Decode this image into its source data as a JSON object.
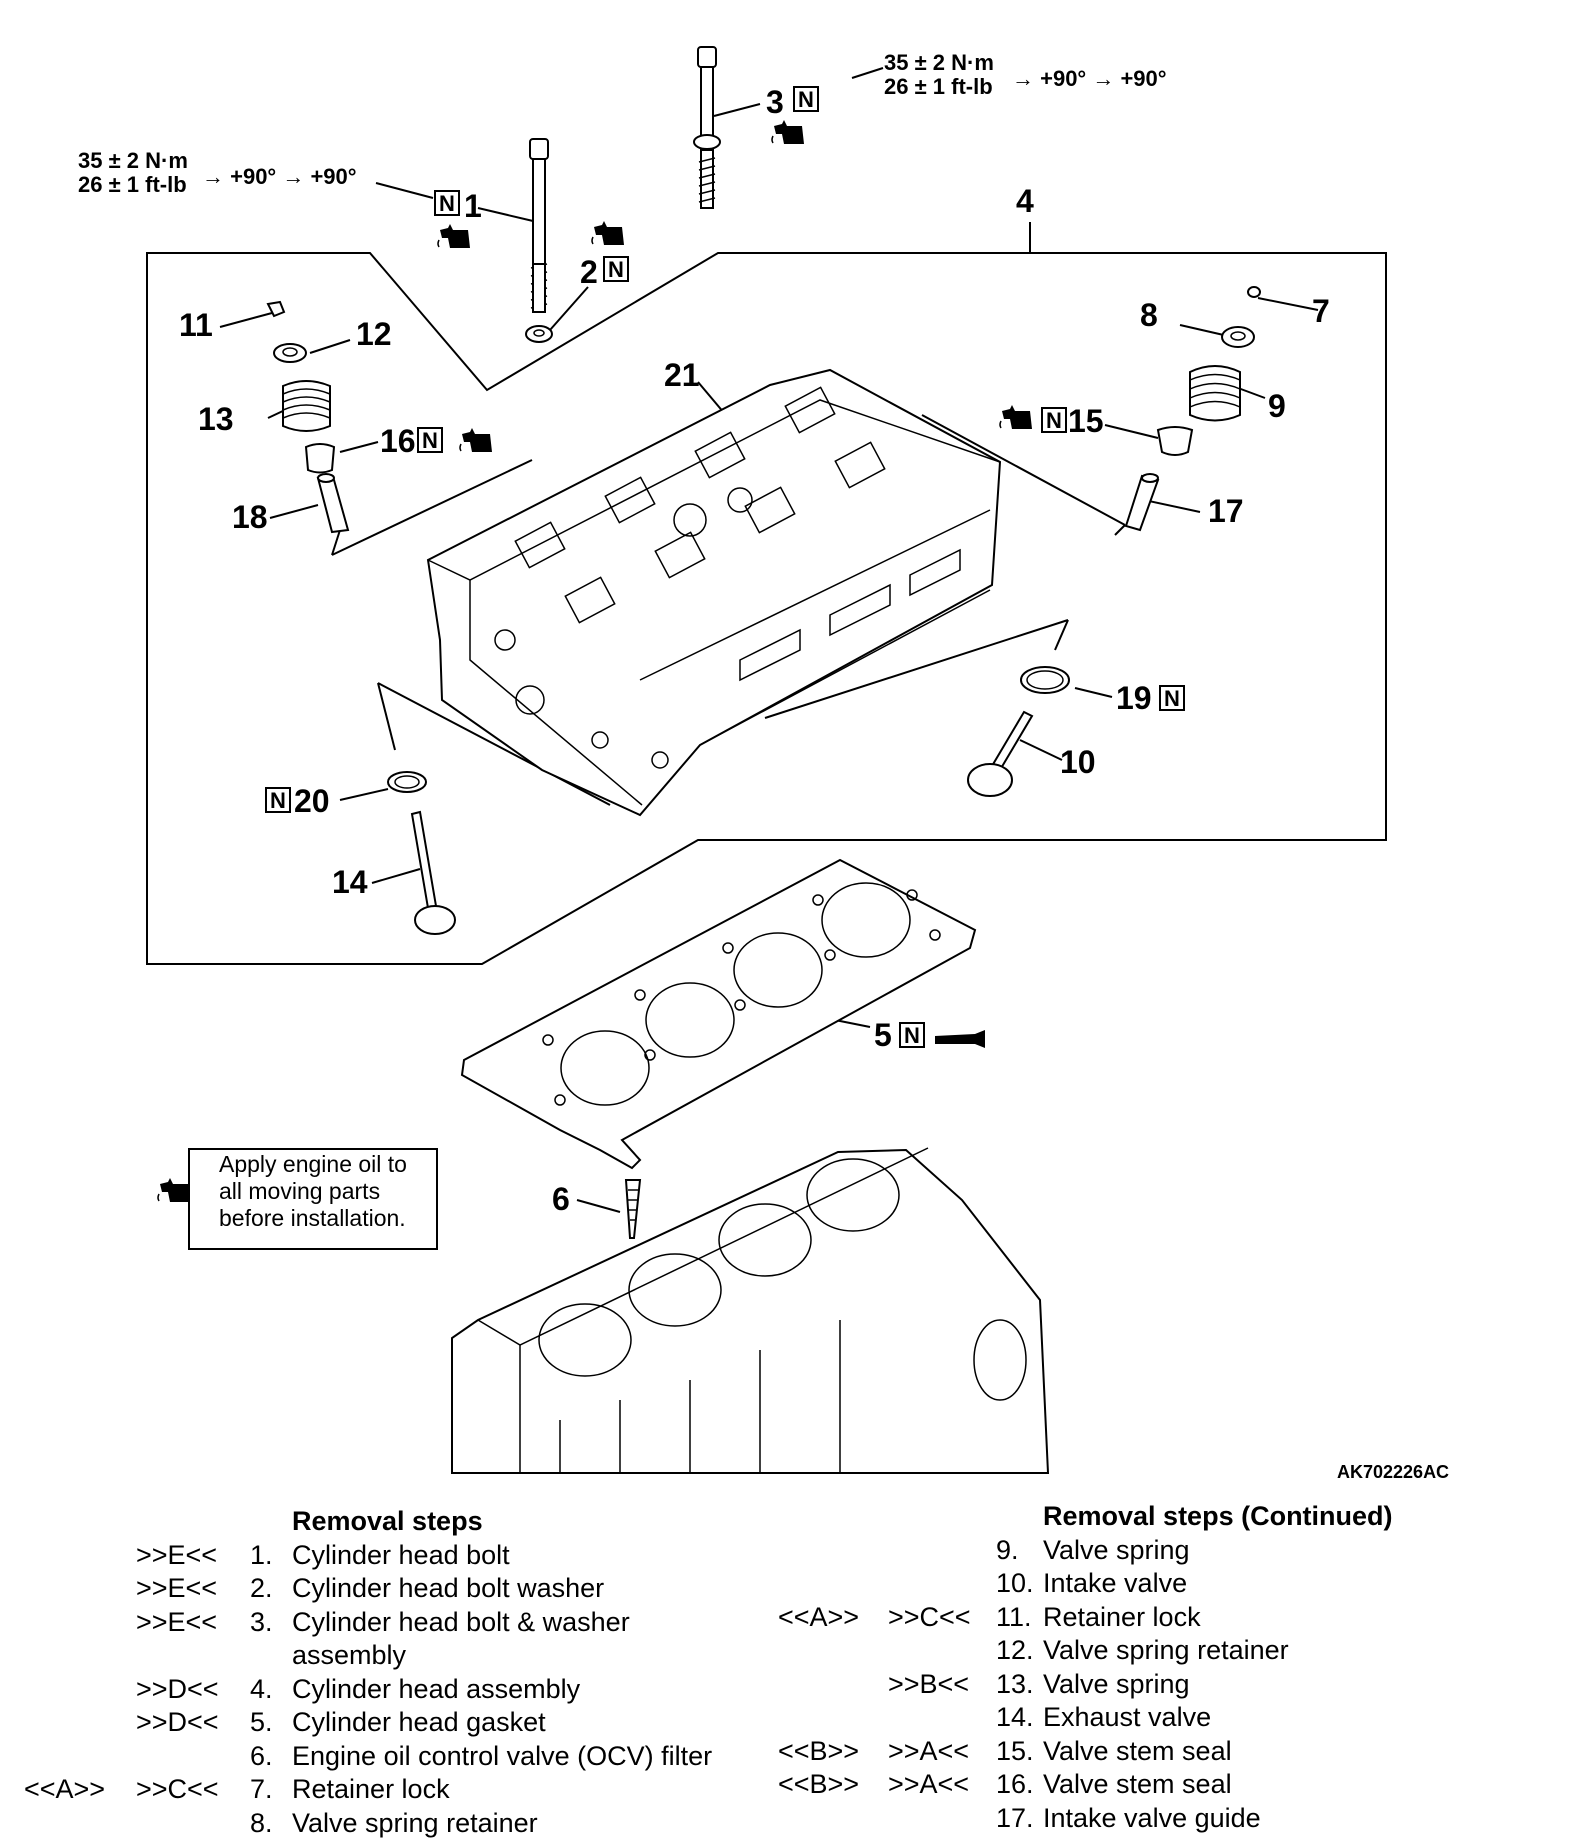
{
  "figure_id": "AK702226AC",
  "torque_spec_1": {
    "line1": "35 ± 2 N·m",
    "line2": "26 ± 1 ft-lb",
    "angle": "→ +90° → +90°"
  },
  "torque_spec_3": {
    "line1": "35 ± 2 N·m",
    "line2": "26 ± 1 ft-lb",
    "angle": "→ +90° → +90°"
  },
  "new_part_mark": "N",
  "callouts": [
    "1",
    "2",
    "3",
    "4",
    "5",
    "6",
    "7",
    "8",
    "9",
    "10",
    "11",
    "12",
    "13",
    "14",
    "15",
    "16",
    "17",
    "18",
    "19",
    "20",
    "21"
  ],
  "note": {
    "line1": "Apply engine oil to",
    "line2": "all moving parts",
    "line3": "before installation.",
    "icon": "oil-can-icon"
  },
  "removal_steps": {
    "title": "Removal steps",
    "items": [
      {
        "inst": "",
        "rem": ">>E<<",
        "num": "1.",
        "label": "Cylinder head bolt"
      },
      {
        "inst": "",
        "rem": ">>E<<",
        "num": "2.",
        "label": "Cylinder head bolt washer"
      },
      {
        "inst": "",
        "rem": ">>E<<",
        "num": "3.",
        "label": "Cylinder head bolt & washer"
      },
      {
        "inst": "",
        "rem": "",
        "num": "",
        "label": "assembly"
      },
      {
        "inst": "",
        "rem": ">>D<<",
        "num": "4.",
        "label": "Cylinder head assembly"
      },
      {
        "inst": "",
        "rem": ">>D<<",
        "num": "5.",
        "label": "Cylinder head gasket"
      },
      {
        "inst": "",
        "rem": "",
        "num": "6.",
        "label": "Engine oil control valve (OCV) filter"
      },
      {
        "inst": "<<A>>",
        "rem": ">>C<<",
        "num": "7.",
        "label": "Retainer lock"
      },
      {
        "inst": "",
        "rem": "",
        "num": "8.",
        "label": "Valve spring retainer"
      }
    ]
  },
  "removal_steps_continued": {
    "title": "Removal steps (Continued)",
    "items": [
      {
        "inst": "",
        "rem": "",
        "num": "9.",
        "label": "Valve spring"
      },
      {
        "inst": "",
        "rem": "",
        "num": "10.",
        "label": "Intake valve"
      },
      {
        "inst": "<<A>>",
        "rem": ">>C<<",
        "num": "11.",
        "label": "Retainer lock"
      },
      {
        "inst": "",
        "rem": "",
        "num": "12.",
        "label": "Valve spring retainer"
      },
      {
        "inst": "",
        "rem": ">>B<<",
        "num": "13.",
        "label": "Valve spring"
      },
      {
        "inst": "",
        "rem": "",
        "num": "14.",
        "label": "Exhaust valve"
      },
      {
        "inst": "<<B>>",
        "rem": ">>A<<",
        "num": "15.",
        "label": "Valve stem seal"
      },
      {
        "inst": "<<B>>",
        "rem": ">>A<<",
        "num": "16.",
        "label": "Valve stem seal"
      },
      {
        "inst": "",
        "rem": "",
        "num": "17.",
        "label": "Intake valve guide"
      }
    ]
  }
}
